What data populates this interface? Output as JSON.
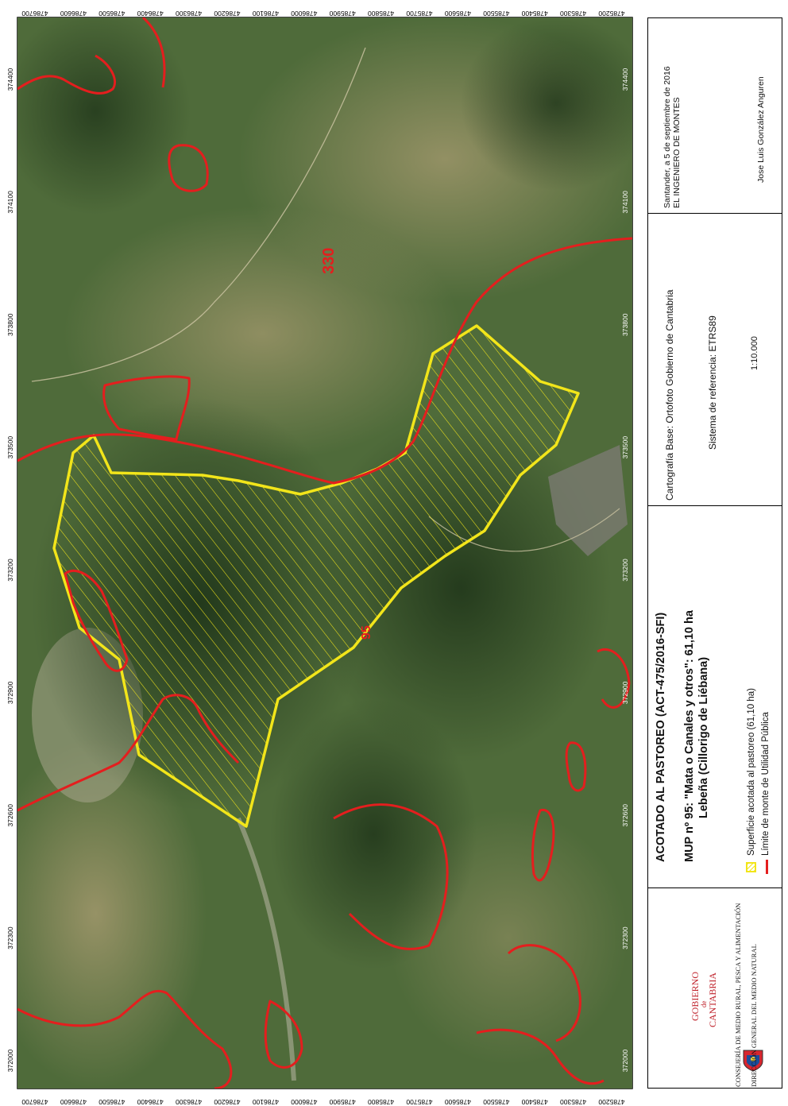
{
  "map": {
    "title": "ACOTADO AL PASTOREO (ACT-475/2016-SFI)",
    "subtitle_line1": "MUP nº 95: \"Mata o Canales y otros\": 61,10 ha",
    "subtitle_line2": "Lebeña (Cillorigo de Liébana)",
    "legend": [
      {
        "label": "Superficie acotada al pastoreo (61,10 ha)",
        "color": "#f2e51a",
        "symbol": "hatched-box"
      },
      {
        "label": "Límite de monte de Utilidad Pública",
        "color": "#e41e1e",
        "symbol": "line"
      }
    ],
    "base_cartography": "Cartografía Base: Ortofoto Gobierno de Cantabria",
    "reference_system": "Sistema de referencia: ETRS89",
    "scale": "1:10.000",
    "signature_place_date": "Santander, a 5 de septiembre de 2016",
    "signature_role": "EL INGENIERO DE MONTES",
    "signature_name": "Jose Luis González Anguren",
    "institution": {
      "logo_line1": "GOBIERNO",
      "logo_line2": "de",
      "logo_line3": "CANTABRIA",
      "consejeria": "CONSEJERÍA DE MEDIO RURAL, PESCA Y ALIMENTACIÓN",
      "direccion": "DIRECCIÓN GENERAL DEL MEDIO NATURAL"
    },
    "map_labels": {
      "mup_330": "330",
      "mup_95": "95"
    },
    "easting_ticks": [
      "372000",
      "372300",
      "372600",
      "372900",
      "373200",
      "373500",
      "373800",
      "374100",
      "374400"
    ],
    "northing_ticks": [
      "4786700",
      "4786600",
      "4786500",
      "4786400",
      "4786300",
      "4786200",
      "4786100",
      "4786000",
      "4785900",
      "4785800",
      "4785700",
      "4785600",
      "4785500",
      "4785400",
      "4785300",
      "4785200"
    ]
  }
}
